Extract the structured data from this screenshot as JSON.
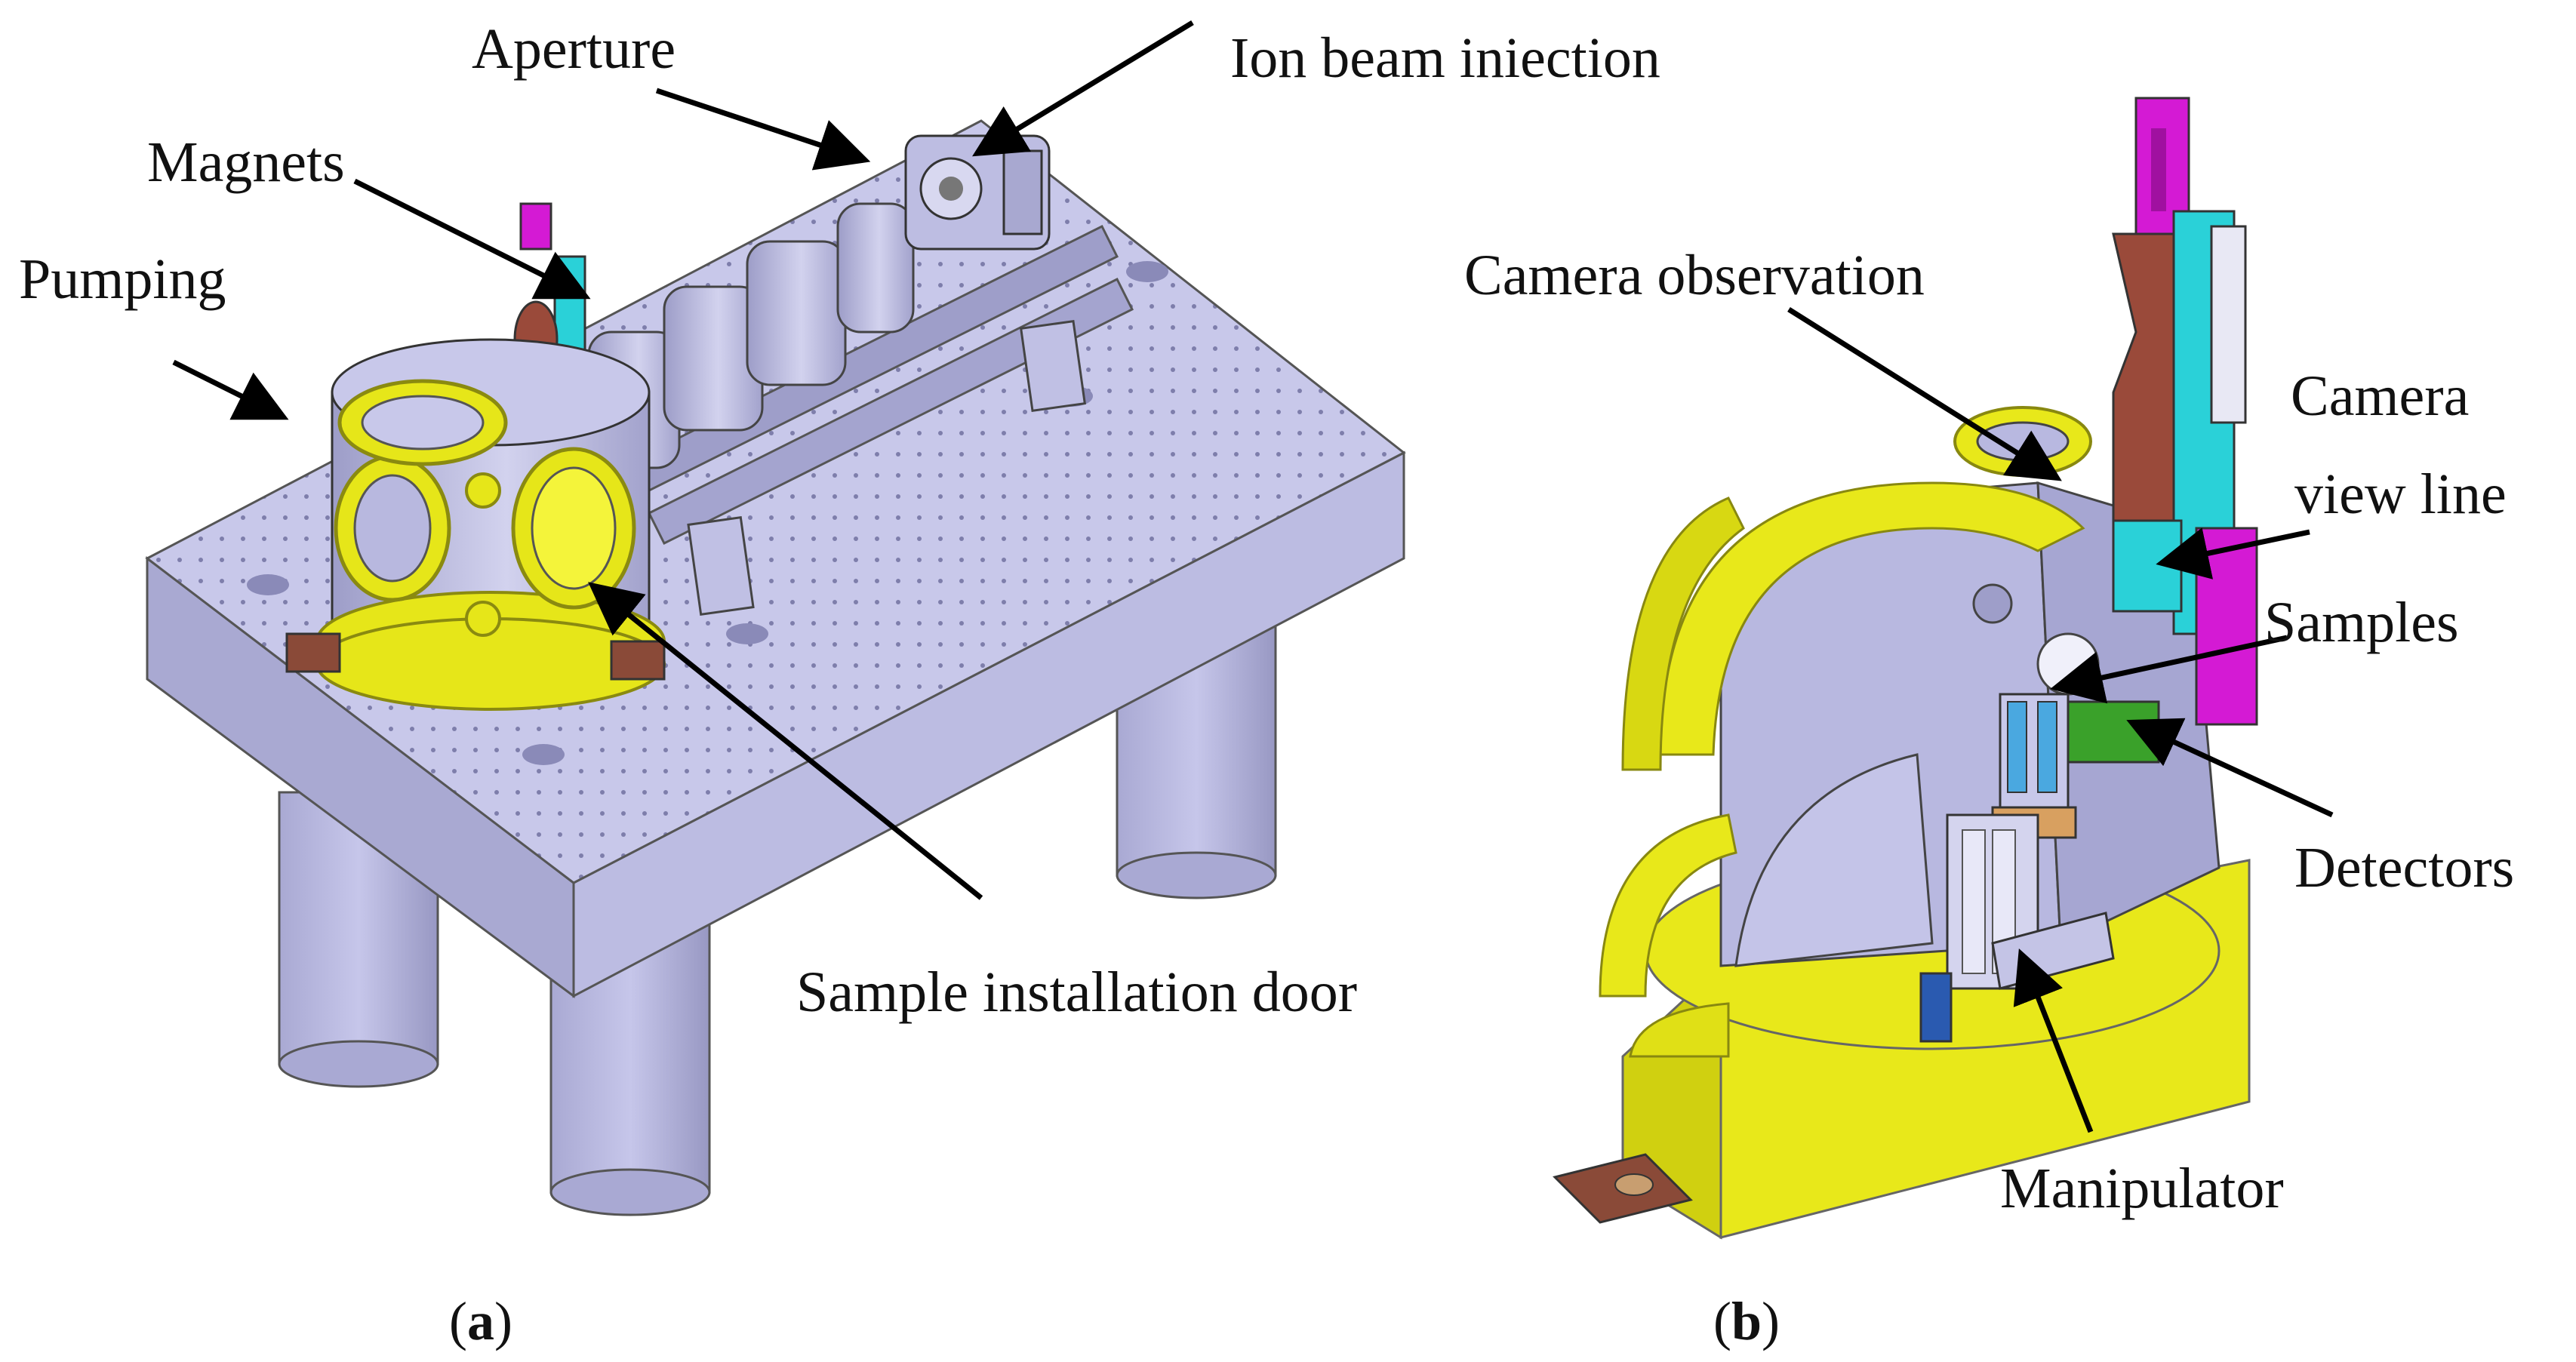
{
  "panel_a": {
    "labels": {
      "aperture": "Aperture",
      "ion_beam": "Ion beam iniection",
      "magnets": "Magnets",
      "pumping": "Pumping",
      "sample_door": "Sample installation door"
    },
    "caption_open": "(",
    "caption_letter": "a",
    "caption_close": ")"
  },
  "panel_b": {
    "labels": {
      "camera_observation": "Camera observation",
      "camera_view_line_1": "Camera",
      "camera_view_line_2": "view line",
      "samples": "Samples",
      "detectors": "Detectors",
      "manipulator": "Manipulator"
    },
    "caption_open": "(",
    "caption_letter": "b",
    "caption_close": ")"
  },
  "colors": {
    "chamber": "#b9b9e0",
    "chamber_dark": "#9a9ac8",
    "table_top": "#c8c8ea",
    "flange": "#e6e619",
    "flange_dark": "#a8a810",
    "magenta": "#d41ad4",
    "cyan": "#2ad1d8",
    "brown": "#9a4a3a",
    "green": "#3aa12a",
    "bracket": "#8a4a38"
  }
}
